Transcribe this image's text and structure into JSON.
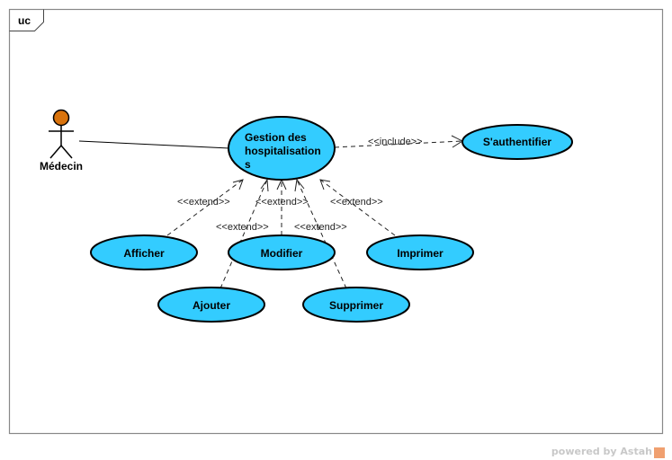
{
  "diagram": {
    "type": "UML use case diagram",
    "frame_label": "uc",
    "colors": {
      "use_case_fill": "#33ccff",
      "use_case_stroke": "#000000",
      "actor_head": "#d9730d",
      "frame_stroke": "#888888"
    },
    "actors": [
      {
        "id": "medecin",
        "label": "Médecin"
      }
    ],
    "use_cases": [
      {
        "id": "gestion",
        "label_lines": [
          "Gestion des",
          "hospitalisation",
          "s"
        ]
      },
      {
        "id": "auth",
        "label": "S'authentifier"
      },
      {
        "id": "afficher",
        "label": "Afficher"
      },
      {
        "id": "modifier",
        "label": "Modifier"
      },
      {
        "id": "imprimer",
        "label": "Imprimer"
      },
      {
        "id": "ajouter",
        "label": "Ajouter"
      },
      {
        "id": "supprimer",
        "label": "Supprimer"
      }
    ],
    "relations": [
      {
        "type": "association",
        "from": "medecin",
        "to": "gestion"
      },
      {
        "type": "include",
        "from": "gestion",
        "to": "auth",
        "label": "<<include>>"
      },
      {
        "type": "extend",
        "from": "afficher",
        "to": "gestion",
        "label": "<<extend>>"
      },
      {
        "type": "extend",
        "from": "ajouter",
        "to": "gestion",
        "label": "<<extend>>"
      },
      {
        "type": "extend",
        "from": "modifier",
        "to": "gestion",
        "label": "<<extend>>"
      },
      {
        "type": "extend",
        "from": "supprimer",
        "to": "gestion",
        "label": "<<extend>>"
      },
      {
        "type": "extend",
        "from": "imprimer",
        "to": "gestion",
        "label": "<<extend>>"
      }
    ]
  },
  "footer": {
    "watermark": "powered by Astah"
  }
}
